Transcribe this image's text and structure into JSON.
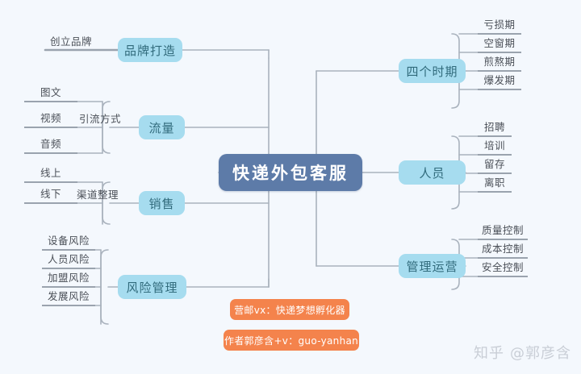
{
  "canvas": {
    "background_color": "#f4f8fd",
    "line_color": "#a9b2bd",
    "leaf_underline_color": "#9aa3ae"
  },
  "center": {
    "label": "快递外包客服",
    "fill_color": "#5d7ba8",
    "text_color": "#ffffff"
  },
  "branch_style": {
    "fill_color": "#a6dcef",
    "text_color": "#316b7c"
  },
  "left_branches": [
    {
      "label": "品牌打造",
      "connector_label": "创立品牌",
      "leaves": []
    },
    {
      "label": "流量",
      "connector_label": "引流方式",
      "leaves": [
        "图文",
        "视频",
        "音频"
      ]
    },
    {
      "label": "销售",
      "connector_label": "渠道整理",
      "leaves": [
        "线上",
        "线下"
      ]
    },
    {
      "label": "风险管理",
      "connector_label": "",
      "leaves": [
        "设备风险",
        "人员风险",
        "加盟风险",
        "发展风险"
      ]
    }
  ],
  "right_branches": [
    {
      "label": "四个时期",
      "leaves": [
        "亏损期",
        "空窗期",
        "煎熬期",
        "爆发期"
      ]
    },
    {
      "label": "人员",
      "leaves": [
        "招聘",
        "培训",
        "留存",
        "离职"
      ]
    },
    {
      "label": "管理运营",
      "leaves": [
        "质量控制",
        "成本控制",
        "安全控制"
      ]
    }
  ],
  "badges": [
    {
      "text": "营邮vx：快递梦想孵化器",
      "color": "#f4834c"
    },
    {
      "text": "作者郭彦含+v：guo-yanhan",
      "color": "#f4834c"
    }
  ],
  "watermark": {
    "site": "知乎",
    "handle": "@郭彦含",
    "color": "#c9ced6"
  }
}
